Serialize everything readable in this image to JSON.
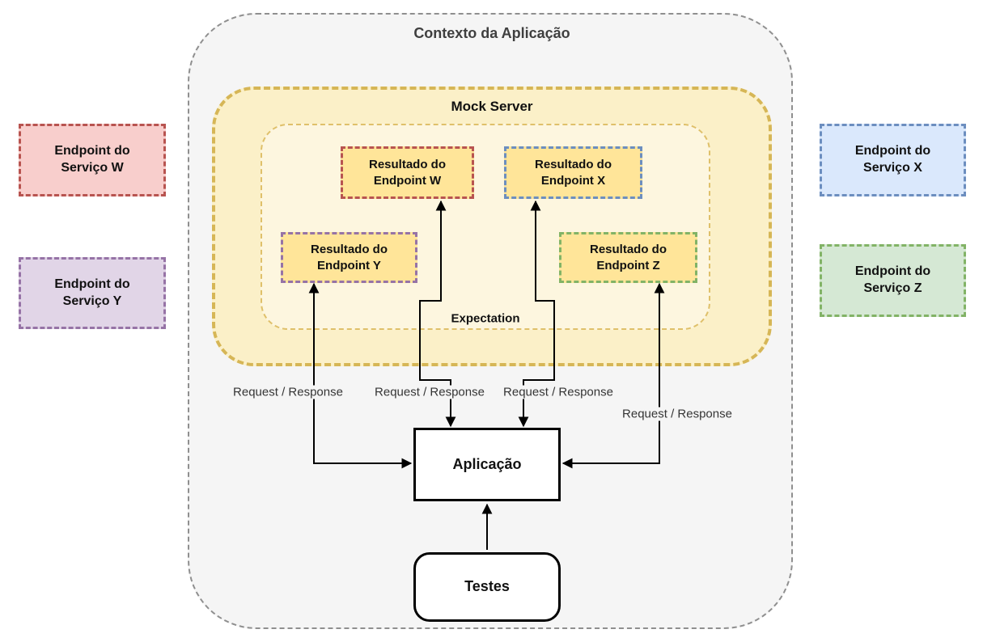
{
  "context": {
    "title": "Contexto da Aplicação"
  },
  "mock_server": {
    "title": "Mock Server"
  },
  "results": {
    "w": {
      "line1": "Resultado do",
      "line2": "Endpoint W",
      "border": "#B85450",
      "fill": "#FFE599"
    },
    "x": {
      "line1": "Resultado do",
      "line2": "Endpoint X",
      "border": "#6C8EBF",
      "fill": "#FFE599"
    },
    "y": {
      "line1": "Resultado do",
      "line2": "Endpoint Y",
      "border": "#9673A6",
      "fill": "#FFE599"
    },
    "z": {
      "line1": "Resultado do",
      "line2": "Endpoint Z",
      "border": "#82B366",
      "fill": "#FFE599"
    }
  },
  "endpoints": {
    "w": {
      "line1": "Endpoint do",
      "line2": "Serviço W",
      "border": "#B85450",
      "fill": "#F8CECC"
    },
    "x": {
      "line1": "Endpoint do",
      "line2": "Serviço X",
      "border": "#6C8EBF",
      "fill": "#DAE8FC"
    },
    "y": {
      "line1": "Endpoint do",
      "line2": "Serviço Y",
      "border": "#9673A6",
      "fill": "#E1D5E7"
    },
    "z": {
      "line1": "Endpoint do",
      "line2": "Serviço Z",
      "border": "#82B366",
      "fill": "#D5E8D4"
    }
  },
  "nodes": {
    "application": "Aplicação",
    "tests": "Testes"
  },
  "edge_labels": {
    "expectation": "Expectation",
    "request_response": "Request / Response"
  },
  "colors": {
    "context_fill": "#F5F5F5",
    "context_border": "#8F8F8F",
    "mock_fill": "#FBF0C8",
    "mock_inner_fill": "#FDF6DF",
    "gold_border": "#D6B656",
    "result_fill": "#FFE599",
    "arrow": "#000000"
  }
}
